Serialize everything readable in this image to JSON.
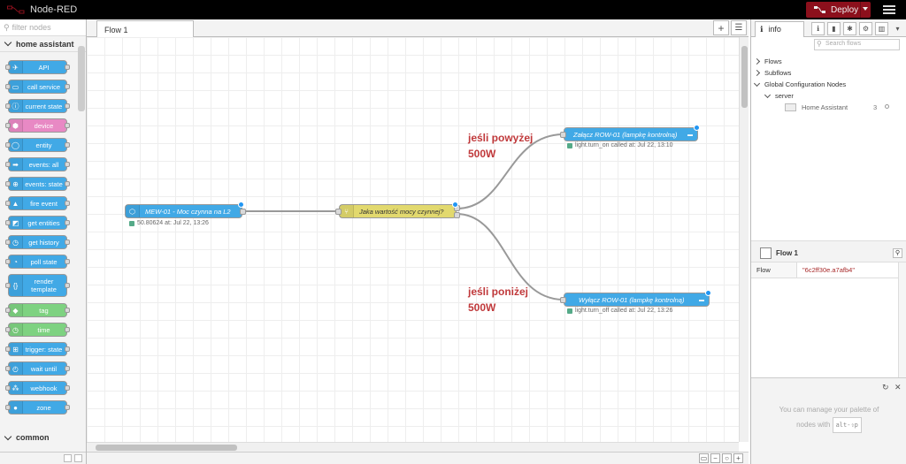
{
  "header": {
    "app_title": "Node-RED",
    "deploy_label": "Deploy"
  },
  "palette": {
    "filter_placeholder": "filter nodes",
    "categories": [
      {
        "label": "home assistant"
      },
      {
        "label": "common"
      }
    ],
    "nodes": [
      {
        "label": "API",
        "icon": "✈",
        "color": "#41a9e6"
      },
      {
        "label": "call service",
        "icon": "▭",
        "color": "#41a9e6"
      },
      {
        "label": "current state",
        "icon": "ⓘ",
        "color": "#41a9e6"
      },
      {
        "label": "device",
        "icon": "⬢",
        "color": "#e889c4"
      },
      {
        "label": "entity",
        "icon": "◯",
        "color": "#41a9e6"
      },
      {
        "label": "events: all",
        "icon": "➡",
        "color": "#41a9e6"
      },
      {
        "label": "events: state",
        "icon": "⊕",
        "color": "#41a9e6"
      },
      {
        "label": "fire event",
        "icon": "▲",
        "color": "#41a9e6"
      },
      {
        "label": "get entities",
        "icon": "◩",
        "color": "#41a9e6"
      },
      {
        "label": "get history",
        "icon": "◷",
        "color": "#41a9e6"
      },
      {
        "label": "poll state",
        "icon": "◔",
        "color": "#41a9e6"
      },
      {
        "label": "render template",
        "icon": "{}",
        "color": "#41a9e6"
      },
      {
        "label": "tag",
        "icon": "◆",
        "color": "#7ed281"
      },
      {
        "label": "time",
        "icon": "◷",
        "color": "#7ed281"
      },
      {
        "label": "trigger: state",
        "icon": "⊞",
        "color": "#41a9e6"
      },
      {
        "label": "wait until",
        "icon": "◴",
        "color": "#41a9e6"
      },
      {
        "label": "webhook",
        "icon": "⁂",
        "color": "#41a9e6"
      },
      {
        "label": "zone",
        "icon": "●",
        "color": "#41a9e6"
      }
    ]
  },
  "workspace": {
    "tab_label": "Flow 1",
    "nodes": {
      "sensor": {
        "label": "MEW-01 - Moc czynna na L2",
        "status": "50.80624 at: Jul 22, 13:26"
      },
      "switch": {
        "label": "Jaka wartość mocy czynnej?"
      },
      "on_service": {
        "label": "Załącz ROW-01 (lampkę kontrolną)",
        "status": "light.turn_on called at: Jul 22, 13:10"
      },
      "off_service": {
        "label": "Wyłącz ROW-01 (lampkę kontrolną)",
        "status": "light.turn_off called at: Jul 22, 13:26"
      }
    },
    "annotations": {
      "above": {
        "line1": "jeśli powyżej",
        "line2": "500W"
      },
      "below": {
        "line1": "jeśli poniżej",
        "line2": "500W"
      }
    },
    "colors": {
      "ha_blue": "#41a9e6",
      "switch_yellow": "#e2d96e",
      "annotation_red": "#c0393b"
    }
  },
  "sidebar": {
    "tab_label": "info",
    "search_placeholder": "Search flows",
    "tree": {
      "flows": "Flows",
      "subflows": "Subflows",
      "global_config": "Global Configuration Nodes",
      "server": "server",
      "home_assistant": "Home Assistant",
      "ha_count": "3"
    },
    "flow_info": {
      "title": "Flow 1",
      "key": "Flow",
      "value": "\"6c2ff30e.a7afb4\""
    },
    "help": {
      "line1": "You can manage your palette of",
      "line2": "nodes with",
      "shortcut": "alt-⇧p"
    }
  }
}
